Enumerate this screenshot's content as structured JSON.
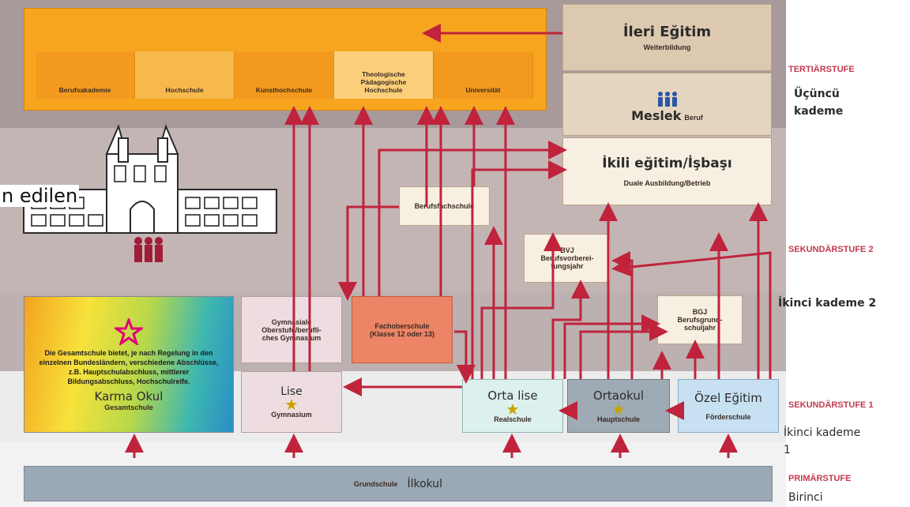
{
  "tertiary_institutions": [
    {
      "label": "Berufsakademie"
    },
    {
      "label": "Hochschule"
    },
    {
      "label": "Kunsthochschule"
    },
    {
      "label": "Theologische\nPädagogische\nHochschule"
    },
    {
      "label": "Universität"
    }
  ],
  "ileri_egitim": {
    "tr": "İleri Eğitim",
    "de": "Weiterbildung"
  },
  "meslek": {
    "tr": "Meslek",
    "de": "Beruf"
  },
  "ikili_egitim": {
    "tr": "İkili eğitim/İşbaşı",
    "de": "Duale Ausbildung/Betrieb"
  },
  "berufsfachschule": "Berufsfachschule",
  "bvj": "BVJ\nBerufsvorberei-\ntungsjahr",
  "bgj": "BGJ\nBerufsgrund-\nschuljahr",
  "gymnasiale_oberstufe": "Gymnasiale\nOberstufe/berufli-\nches Gymnasium",
  "fachoberschule": "Fachoberschule\n(Klasse 12 oder 13)",
  "gesamtschule": {
    "description": "Die Gesamtschule bietet, je nach Regelung in den einzelnen Bundesländern, verschiedene Abschlüsse, z.B. Hauptschulabschluss, mittlerer Bildungsabschluss, Hochschulreife.",
    "tr": "Karma Okul",
    "de": "Gesamtschule"
  },
  "lise": {
    "tr": "Lise",
    "de": "Gymnasium"
  },
  "orta_lise": {
    "tr": "Orta lise",
    "de": "Realschule"
  },
  "ortaokul": {
    "tr": "Ortaokul",
    "de": "Hauptschule"
  },
  "ozel_egitim": {
    "tr": "Özel Eğitim",
    "de": "Förderschule"
  },
  "grundschule": {
    "de": "Grundschule",
    "tr": "İlkokul"
  },
  "partial_text": "n edilen",
  "levels": {
    "tertiar": "TERTIÄRSTUFE",
    "tertiar_tr": "Üçüncü\nkademe",
    "sek2": "SEKUNDÄRSTUFE 2",
    "sek2_tr": "İkinci kademe 2",
    "sek1": "SEKUNDÄRSTUFE 1",
    "sek1_tr": "İkinci kademe\n1",
    "primar": "PRIMÄRSTUFE",
    "primar_tr": "Birinci"
  },
  "colors": {
    "arrow": "#c0233b",
    "tertiary_band": "#a7999a",
    "secondary2_band": "#c5b6b6",
    "secondary1_band": "#ebebeb",
    "orange": "#f39a1e",
    "level_label": "#c23a4f"
  }
}
